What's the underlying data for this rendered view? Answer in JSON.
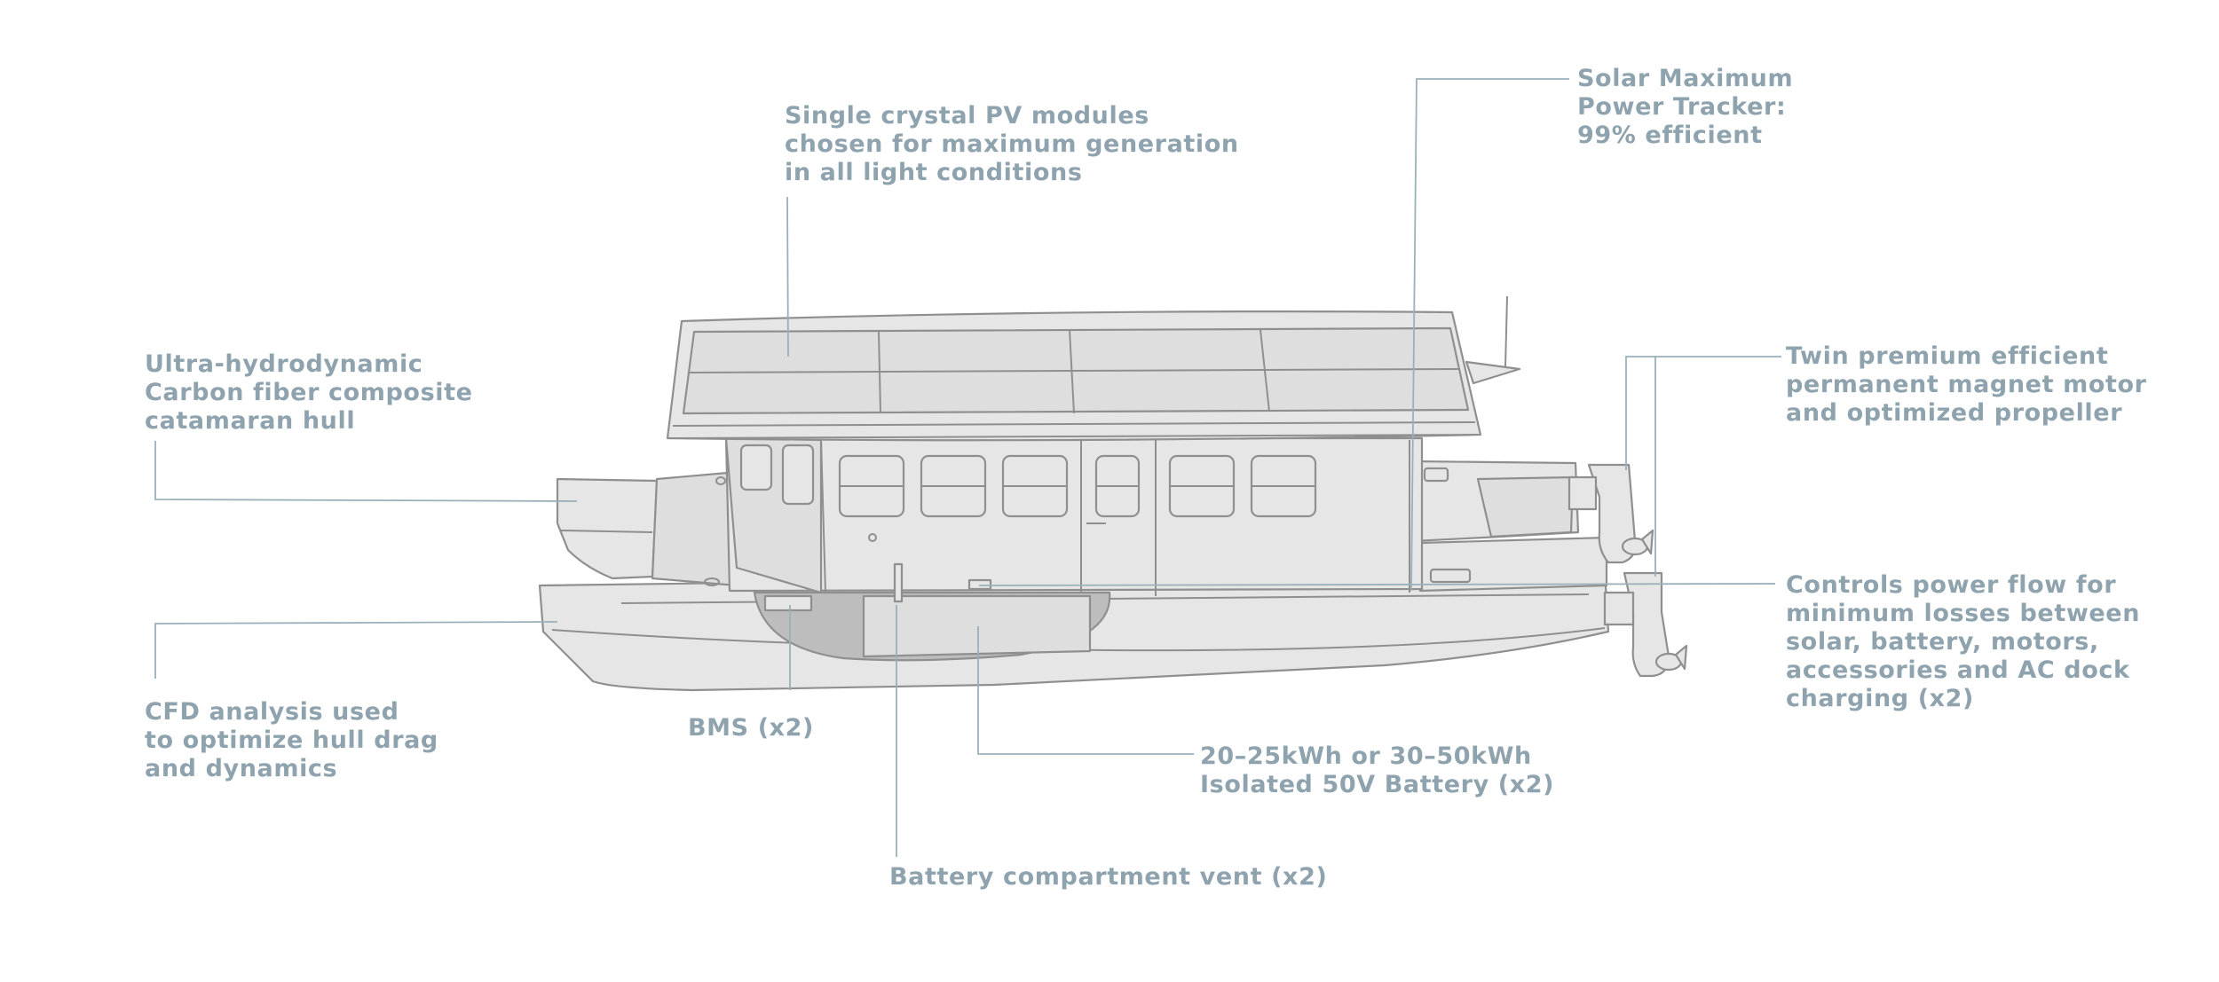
{
  "labels": {
    "pv_modules": [
      "Single crystal PV modules",
      "chosen for maximum generation",
      "in all light conditions"
    ],
    "solar_tracker": [
      "Solar Maximum",
      "Power Tracker:",
      "99% efficient"
    ],
    "hull": [
      "Ultra-hydrodynamic",
      "Carbon fiber composite",
      "catamaran hull"
    ],
    "motor": [
      "Twin premium efficient",
      "permanent magnet motor",
      "and optimized propeller"
    ],
    "controls": [
      "Controls power flow for",
      "minimum losses between",
      "solar, battery, motors,",
      "accessories and AC dock",
      "charging (x2)"
    ],
    "cfd": [
      "CFD analysis used",
      "to optimize hull drag",
      "and dynamics"
    ],
    "bms": [
      "BMS (x2)"
    ],
    "battery": [
      "20–25kWh or 30–50kWh",
      "Isolated 50V Battery (x2)"
    ],
    "vent": [
      "Battery compartment vent (x2)"
    ]
  },
  "colors": {
    "label_text": "#8ea3ae",
    "callout_line": "#9ab0bb",
    "boat_fill": "#e6e6e6",
    "boat_stroke": "#8f8f8f",
    "battery_bay": "#bdbdbd"
  }
}
